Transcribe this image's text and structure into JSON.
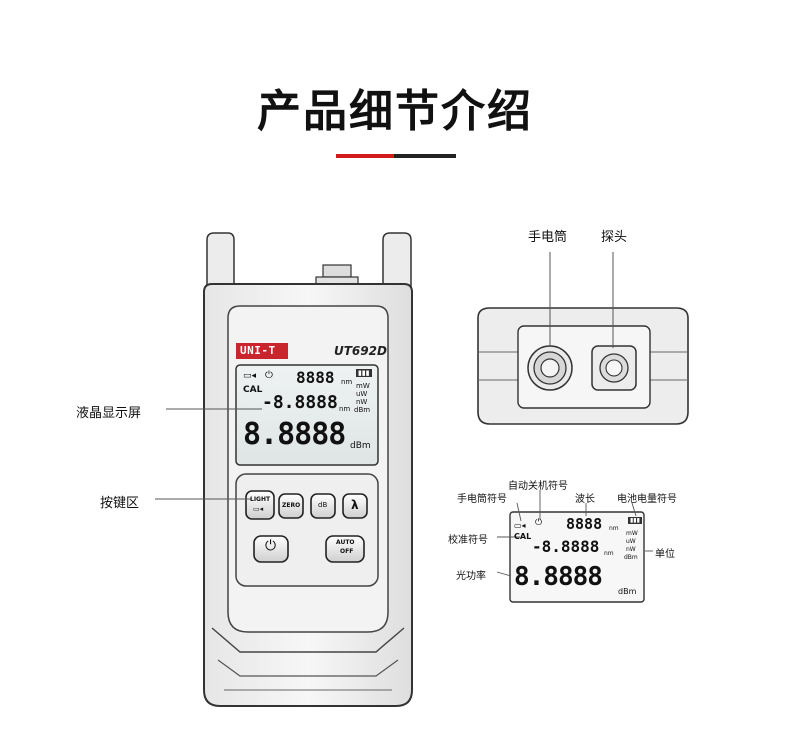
{
  "page": {
    "title": "产品细节介绍",
    "accent_red": "#d11a1a",
    "accent_dark": "#222222"
  },
  "device": {
    "brand": "UNI-T",
    "model": "UT692D",
    "lcd": {
      "wavelength_digits": "8888",
      "wavelength_unit": "nm",
      "cal_text": "CAL",
      "ref_digits": "-8.8888",
      "ref_unit": "nm",
      "units": [
        "mW",
        "uW",
        "nW",
        "dBm"
      ],
      "power_digits": "8.8888",
      "power_unit": "dBm",
      "flashlight_icon": "flashlight-icon",
      "power_icon": "power-icon",
      "battery_icon": "battery-icon"
    },
    "buttons": {
      "light": "LIGHT",
      "zero": "ZERO",
      "db": "dB",
      "lambda": "λ",
      "power_icon": "power-icon",
      "auto_line1": "AUTO",
      "auto_line2": "OFF"
    }
  },
  "callouts_main": {
    "lcd": "液晶显示屏",
    "keys": "按键区"
  },
  "callouts_top": {
    "flashlight": "手电筒",
    "probe": "探头"
  },
  "callouts_lcd_detail": {
    "flashlight_symbol": "手电筒符号",
    "auto_off_symbol": "自动关机符号",
    "wavelength": "波长",
    "battery_symbol": "电池电量符号",
    "cal_symbol": "校准符号",
    "unit": "单位",
    "optical_power": "光功率"
  }
}
